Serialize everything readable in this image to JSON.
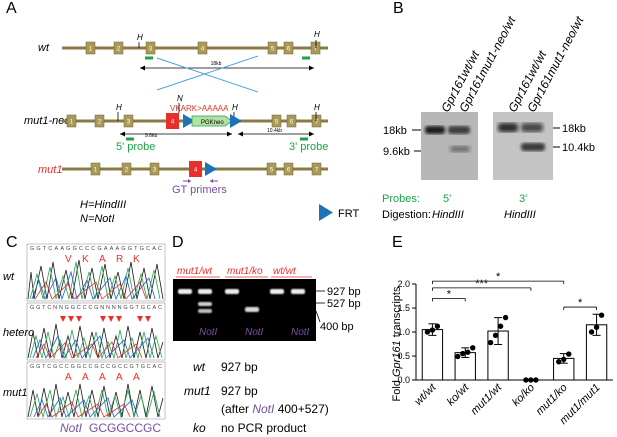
{
  "panels": {
    "A": {
      "label": "A",
      "alleles": {
        "wt": "wt",
        "mut1neo": "mut1-neo",
        "mut1": "mut1"
      },
      "exons": [
        "1",
        "2",
        "3",
        "4",
        "5",
        "6",
        "7"
      ],
      "site_H": "H",
      "site_N": "N",
      "mutation_text": "VKARK>AAAAA",
      "pgkneo": "PGKneo",
      "distances": {
        "wt_18kb": "18kb",
        "neo_9_6kb": "9.6kb",
        "neo_10_4kb": "10.4kb"
      },
      "probe5": "5' probe",
      "probe3": "3' probe",
      "gt_primers": "GT primers",
      "legend_H": "H=HindIII",
      "legend_N": "N=NotI",
      "legend_frt": "FRT",
      "colors": {
        "exon": "#a99a57",
        "line": "#897b43",
        "mut_exon": "#e8302b",
        "frt": "#1e72b8",
        "probe": "#1ca34a",
        "primer": "#7a4ea3",
        "neo": "#b4e1a3"
      }
    },
    "B": {
      "label": "B",
      "lanes": [
        "Gpr161wt/wt",
        "Gpr161mut1-neo/wt",
        "Gpr161wt/wt",
        "Gpr161mut1-neo/wt"
      ],
      "left_markers": [
        "18kb",
        "9.6kb"
      ],
      "right_markers": [
        "18kb",
        "10.4kb"
      ],
      "probes_label": "Probes:",
      "probe_values": [
        "5'",
        "3'"
      ],
      "digestion_label": "Digestion:",
      "digestion_values": [
        "HindIII",
        "HindIII"
      ]
    },
    "C": {
      "label": "C",
      "rows": [
        {
          "name": "wt",
          "letters": [
            "V",
            "K",
            "A",
            "R",
            "K"
          ]
        },
        {
          "name": "hetero",
          "letters": []
        },
        {
          "name": "mut1",
          "letters": [
            "A",
            "A",
            "A",
            "A",
            "A"
          ]
        }
      ],
      "seq_top": "GGTCAAGGCCCGAAAGGTGCAC",
      "seq_mid": "GGTCNNGGCCCGNNNNGGTGCAC",
      "seq_bot": "GGTCGCCGGCCGCCGCCGTGCAC",
      "enzyme_site_name": "NotI",
      "enzyme_site_seq": "GCGGCCGC"
    },
    "D": {
      "label": "D",
      "groups": [
        "mut1/wt",
        "mut1/ko",
        "wt/wt"
      ],
      "ladder": [
        "927 bp",
        "527 bp",
        "400 bp"
      ],
      "enzyme": "NotI",
      "notes": [
        {
          "genotype": "wt",
          "text": "927 bp"
        },
        {
          "genotype": "mut1",
          "text": "927 bp"
        },
        {
          "genotype": "",
          "text_pre": "(after ",
          "text_enzyme": "NotI",
          "text_post": " 400+527)"
        },
        {
          "genotype": "ko",
          "text": "no PCR product"
        }
      ]
    },
    "E": {
      "label": "E",
      "ylabel_pre": "Fold ",
      "ylabel_gene": "Gpr161",
      "ylabel_post": " transcripts",
      "sig_stars": [
        "*",
        "***",
        "*",
        "*"
      ]
    }
  },
  "chart_data": {
    "type": "bar",
    "categories": [
      "wt/wt",
      "ko/wt",
      "mut1/wt",
      "ko/ko",
      "mut1/ko",
      "mut1/mut1"
    ],
    "values": [
      1.05,
      0.57,
      1.02,
      0.0,
      0.45,
      1.15
    ],
    "errors": [
      0.12,
      0.1,
      0.28,
      0.01,
      0.1,
      0.22
    ],
    "points": [
      [
        1.0,
        1.04,
        1.12
      ],
      [
        0.49,
        0.55,
        0.58,
        0.67
      ],
      [
        0.78,
        0.93,
        1.12,
        1.3
      ],
      [
        0.0,
        0.0,
        0.0
      ],
      [
        0.38,
        0.43,
        0.54
      ],
      [
        1.0,
        1.1,
        1.35
      ]
    ],
    "ylabel": "Fold Gpr161 transcripts",
    "yticks": [
      "0.0",
      "0.5",
      "1.0",
      "1.5",
      "2.0"
    ],
    "ylim": [
      0,
      2.0
    ],
    "significance": [
      {
        "from": "wt/wt",
        "to": "ko/wt",
        "label": "*"
      },
      {
        "from": "wt/wt",
        "to": "ko/ko",
        "label": "***"
      },
      {
        "from": "wt/wt",
        "to": "mut1/ko",
        "label": "*"
      },
      {
        "from": "mut1/ko",
        "to": "mut1/mut1",
        "label": "*"
      }
    ]
  }
}
